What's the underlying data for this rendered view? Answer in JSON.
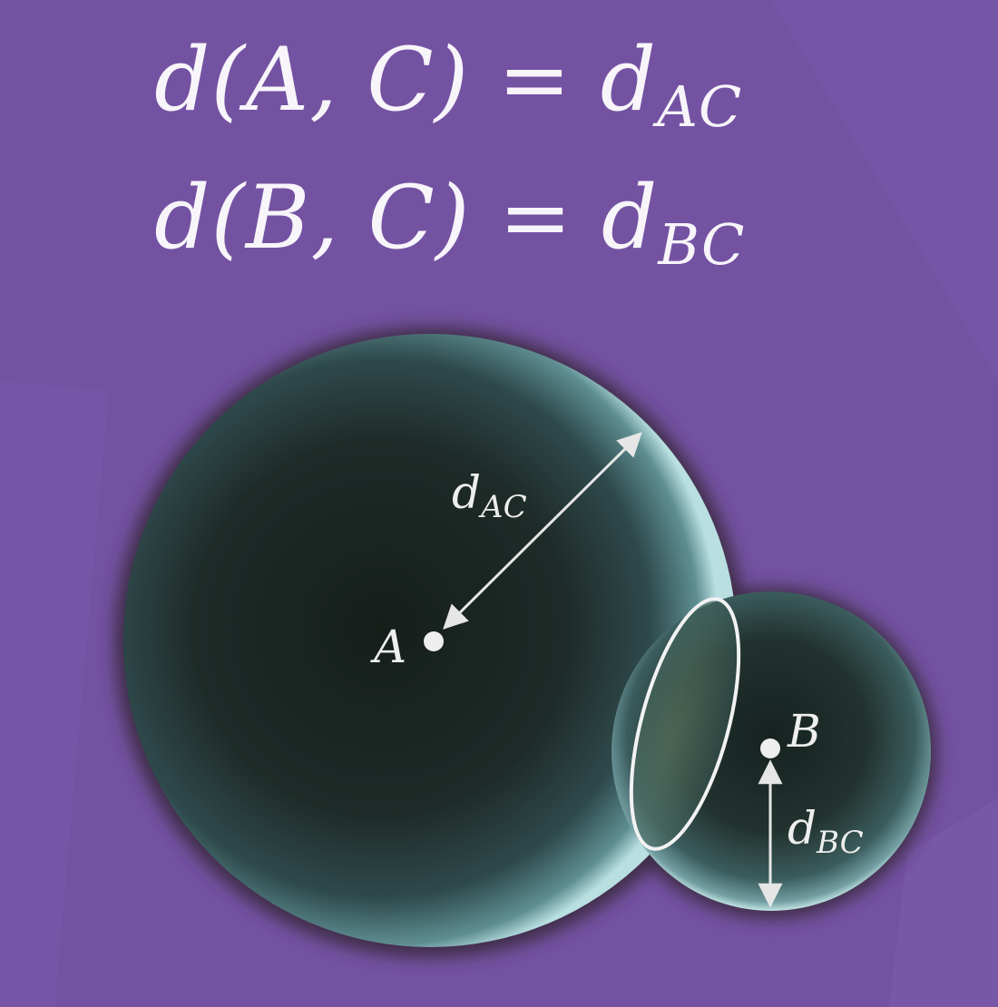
{
  "equations": [
    {
      "lhs": "d(A, C)",
      "eq": "=",
      "sym": "d",
      "sub": "AC"
    },
    {
      "lhs": "d(B, C)",
      "eq": "=",
      "sym": "d",
      "sub": "BC"
    }
  ],
  "labels": {
    "point_a": "A",
    "point_b": "B",
    "dist_ac": {
      "sym": "d",
      "sub": "AC"
    },
    "dist_bc": {
      "sym": "d",
      "sub": "BC"
    }
  },
  "colors": {
    "background": "#7452a2",
    "text": "#f7f5fa",
    "sphere_dark": "#182420",
    "sphere_rim": "#a9d6da",
    "annotation": "#e6e6e6"
  }
}
